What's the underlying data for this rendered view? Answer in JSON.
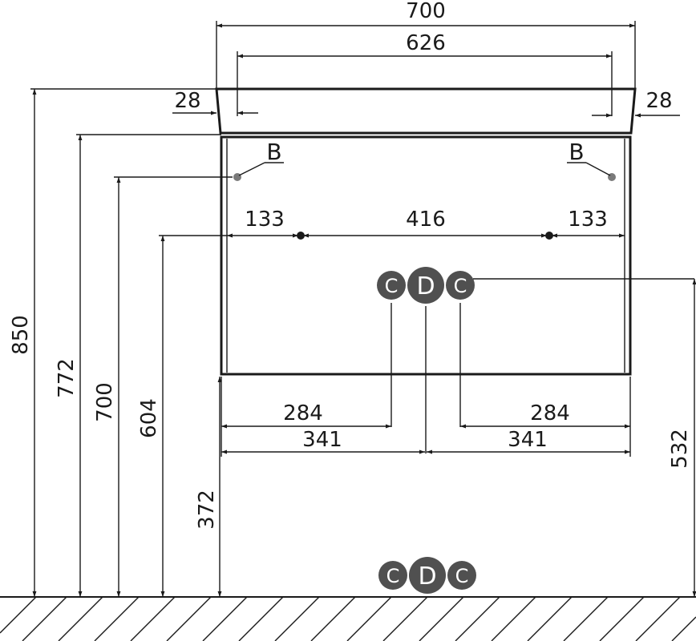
{
  "dimensions": {
    "overall_width": "700",
    "basin_inner_width": "626",
    "left_offset": "28",
    "right_offset": "28",
    "mount_left": "133",
    "mount_center": "416",
    "mount_right": "133",
    "supply_left_inner": "284",
    "supply_right_inner": "284",
    "supply_left_outer": "341",
    "supply_right_outer": "341",
    "height_total": "850",
    "height_cabinet_top": "772",
    "height_bracket_b": "700",
    "height_mount_points": "604",
    "height_cabinet_bottom": "372",
    "height_supply": "532"
  },
  "markers": {
    "b_left": "B",
    "b_right": "B",
    "upper": {
      "left": "C",
      "center": "D",
      "right": "C"
    },
    "lower": {
      "left": "C",
      "center": "D",
      "right": "C"
    }
  },
  "colors": {
    "line": "#1a1a1a",
    "marker_fill": "#505050",
    "b_point": "#7a7a7a"
  }
}
